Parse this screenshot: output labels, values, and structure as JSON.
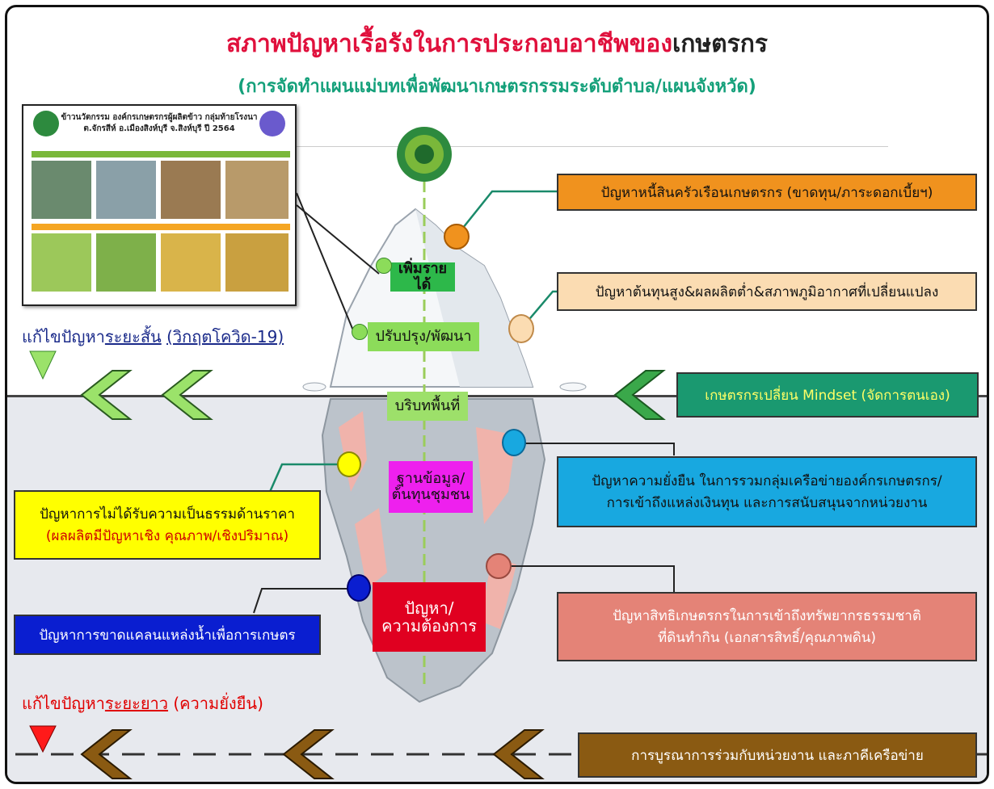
{
  "title": {
    "part1": "สภาพปัญหาเรื้อรังในการประกอบอาชีพของ",
    "part2": "เกษตรกร",
    "subtitle": "(การจัดทำแผนแม่บทเพื่อพัฒนาเกษตรกรรมระดับตำบล/แผนจังหวัด)"
  },
  "photo": {
    "line1": "ข้าวนวัตกรรม องค์กรเกษตรกรผู้ผลิตข้าว กลุ่มท้ายโรงนา",
    "line2": "ต.จักรสีห์ อ.เมืองสิงห์บุรี จ.สิงห์บุรี ปี 2564"
  },
  "iceberg_layers": {
    "layer1": "เพิ่มรายได้",
    "layer2": "ปรับปรุง/พัฒนา",
    "layer3": "บริบทพื้นที่",
    "layer4a": "ฐานข้อมูล/",
    "layer4b": "ต้นทุนชุมชน",
    "layer5a": "ปัญหา/",
    "layer5b": "ความต้องการ"
  },
  "right_boxes": {
    "debt": "ปัญหาหนี้สินครัวเรือนเกษตรกร (ขาดทุน/ภาระดอกเบี้ยฯ)",
    "cost": "ปัญหาต้นทุนสูง&ผลผลิตต่ำ&สภาพภูมิอากาศที่เปลี่ยนแปลง",
    "mindset": "เกษตรกรเปลี่ยน Mindset (จัดการตนเอง)",
    "sustain1": "ปัญหาความยั่งยืน ในการรวมกลุ่มเครือข่ายองค์กรเกษตรกร/",
    "sustain2": "การเข้าถึงแหล่งเงินทุน และการสนับสนุนจากหน่วยงาน",
    "rights1": "ปัญหาสิทธิเกษตรกรในการเข้าถึงทรัพยากรธรรมชาติ",
    "rights2": "ที่ดินทำกิน (เอกสารสิทธิ์/คุณภาพดิน)",
    "integration": "การบูรณาการร่วมกับหน่วยงาน และภาคีเครือข่าย"
  },
  "left_boxes": {
    "price1": "ปัญหาการไม่ได้รับความเป็นธรรมด้านราคา",
    "price2": "(ผลผลิตมีปัญหาเชิง คุณภาพ/เชิงปริมาณ)",
    "water": "ปัญหาการขาดแคลนแหล่งน้ำเพื่อการเกษตร"
  },
  "fix_labels": {
    "short_prefix": "แก้ไขปัญหา",
    "short_term": "ระยะสั้น",
    "short_suffix": "(วิกฤตโควิด-19)",
    "long_prefix": "แก้ไขปัญหา",
    "long_term": "ระยะยาว",
    "long_suffix": "(ความยั่งยืน)"
  },
  "colors": {
    "title_red": "#e0103c",
    "subtitle_green": "#14a07a",
    "orange": "#f0921e",
    "peach": "#fbdcb2",
    "teal": "#1a9970",
    "cyan": "#18a8e0",
    "salmon": "#e48377",
    "brown": "#8a5a12",
    "yellow": "#ffff00",
    "blue": "#0a1ed0",
    "light_green": "#8cdc5a",
    "magenta": "#ee20ee",
    "red": "#e00020"
  }
}
